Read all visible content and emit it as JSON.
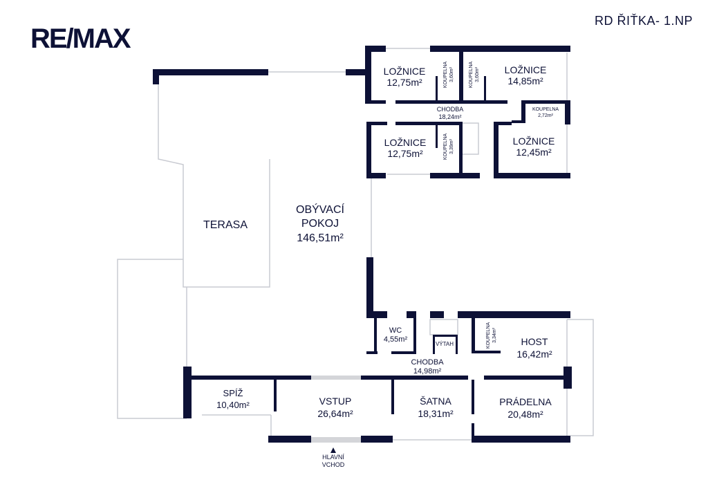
{
  "brand": {
    "logo": "RE/MAX"
  },
  "title": "RD ŘIŤKA- 1.NP",
  "colors": {
    "wall": "#0d1136",
    "thin": "#c9cbd2"
  },
  "rooms": {
    "loznice1": {
      "name": "LOŽNICE",
      "area": "12,75m²"
    },
    "koupelna1": {
      "name": "KOUPELNA",
      "area": "3,60m²"
    },
    "koupelna2": {
      "name": "KOUPELNA",
      "area": "3,60m²"
    },
    "loznice2": {
      "name": "LOŽNICE",
      "area": "14,85m²"
    },
    "chodba1": {
      "name": "CHODBA",
      "area": "18,24m²"
    },
    "koupelna3": {
      "name": "KOUPELNA",
      "area": "2,72m²"
    },
    "loznice3": {
      "name": "LOŽNICE",
      "area": "12,75m²"
    },
    "koupelna4": {
      "name": "KOUPELNA",
      "area": "3,39m²"
    },
    "loznice4": {
      "name": "LOŽNICE",
      "area": "12,45m²"
    },
    "terasa": {
      "name": "TERASA"
    },
    "obyvaci": {
      "name1": "OBÝVACÍ",
      "name2": "POKOJ",
      "area": "146,51m²"
    },
    "wc": {
      "name": "WC",
      "area": "4,55m²"
    },
    "vytah": {
      "name": "VÝTAH"
    },
    "koupelna5": {
      "name": "KOUPELNA",
      "area": "3,34m²"
    },
    "host": {
      "name": "HOST",
      "area": "16,42m²"
    },
    "chodba2": {
      "name": "CHODBA",
      "area": "14,98m²"
    },
    "spiz": {
      "name": "SPÍŽ",
      "area": "10,40m²"
    },
    "vstup": {
      "name": "VSTUP",
      "area": "26,64m²"
    },
    "satna": {
      "name": "ŠATNA",
      "area": "18,31m²"
    },
    "pradelna": {
      "name": "PRÁDELNA",
      "area": "20,48m²"
    }
  },
  "entrance": {
    "line1": "HLAVNÍ",
    "line2": "VCHOD"
  }
}
